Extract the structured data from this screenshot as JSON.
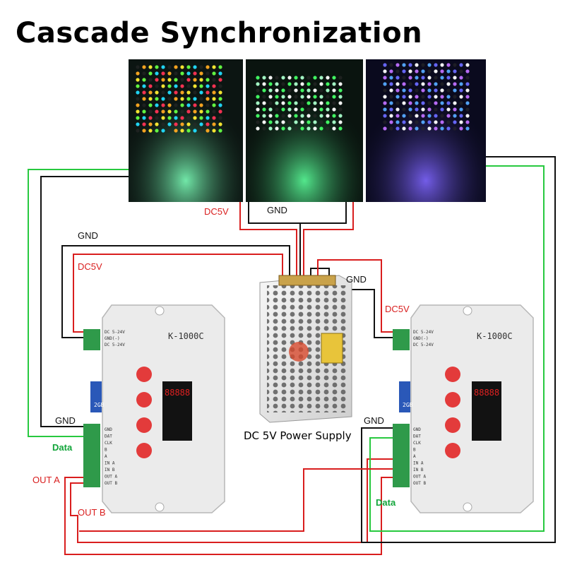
{
  "title": "Cascade Synchronization",
  "labels": {
    "gnd": "GND",
    "dc5v": "DC5V",
    "data": "Data",
    "out_a": "OUT A",
    "out_b": "OUT B"
  },
  "power_supply": {
    "caption": "DC 5V Power Supply"
  },
  "controller": {
    "model": "K-1000C",
    "segment_display": "88888",
    "terminal_top": [
      "DC 5-24V",
      "GND(-)",
      "DC 5-24V"
    ],
    "terminal_out": [
      "GND",
      "DAT",
      "CLK",
      "B",
      "A",
      "IN A",
      "IN B",
      "OUT A",
      "OUT B"
    ],
    "sd_card": "2GB"
  },
  "colors": {
    "wire_red": "#d91e1e",
    "wire_black": "#111111",
    "wire_green": "#27c93f",
    "controller_body": "#e9e9e9",
    "button_red": "#e33b3b",
    "terminal_green": "#2f9a4a"
  }
}
